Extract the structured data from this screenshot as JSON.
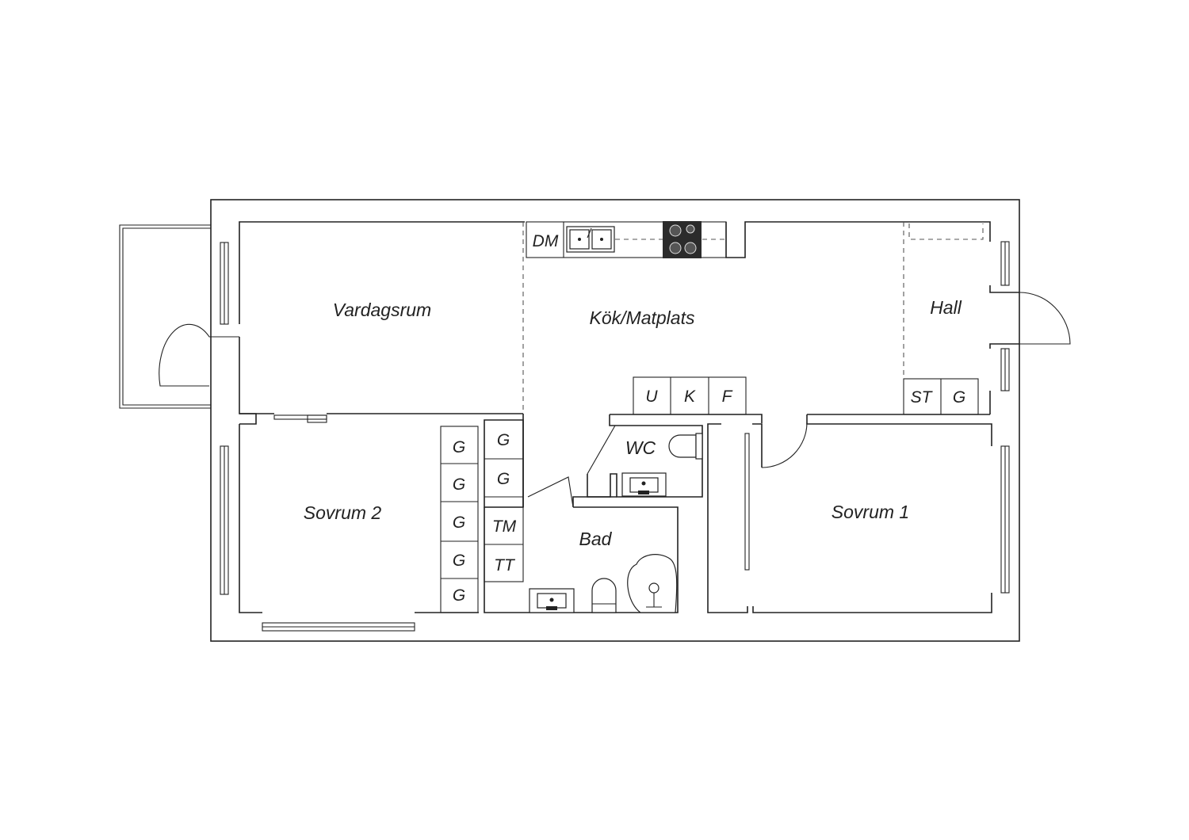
{
  "rooms": {
    "vardagsrum": "Vardagsrum",
    "kok": "Kök/Matplats",
    "hall": "Hall",
    "sovrum2": "Sovrum 2",
    "sovrum1": "Sovrum 1",
    "bad": "Bad",
    "wc": "WC"
  },
  "cabinets": {
    "dm": "DM",
    "u": "U",
    "k": "K",
    "f": "F",
    "st": "ST",
    "g_hall": "G",
    "g_s2_1": "G",
    "g_s2_2": "G",
    "g_s2_3": "G",
    "g_s2_4": "G",
    "g_s2_5": "G",
    "g_cl_1": "G",
    "g_cl_2": "G",
    "tm": "TM",
    "tt": "TT"
  },
  "colors": {
    "line": "#222222",
    "background": "#ffffff",
    "stove": "#2b2b2b"
  }
}
